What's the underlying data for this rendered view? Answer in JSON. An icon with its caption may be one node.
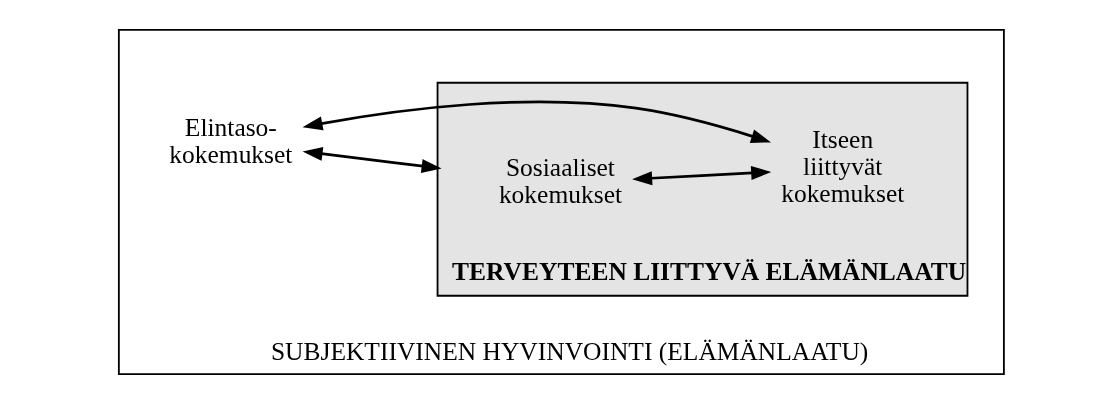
{
  "diagram": {
    "nodes": [
      {
        "text": [
          "SUBJEKTIIVINEN HYVINVOINTI (ELÄMÄNLAATU)"
        ]
      },
      {
        "text": [
          "Elintaso- kokemukset"
        ],
        "in": 0
      },
      {
        "text": [
          "TERVEYTEEN LIITTYVÄ ELÄMÄNLAATU"
        ],
        "in": 0
      },
      {
        "text": [
          "Sosiaaliset kokemukset"
        ],
        "in": 2
      },
      {
        "text": [
          "Itseen liittyvät kokemukset"
        ],
        "in": 2
      }
    ],
    "edges": [
      {
        "from": 1,
        "to": 2,
        "arrow": "both"
      },
      {
        "from": 3,
        "to": 4,
        "arrow": "both"
      },
      {
        "from": 1,
        "to": 4,
        "arrow": "both"
      }
    ]
  }
}
